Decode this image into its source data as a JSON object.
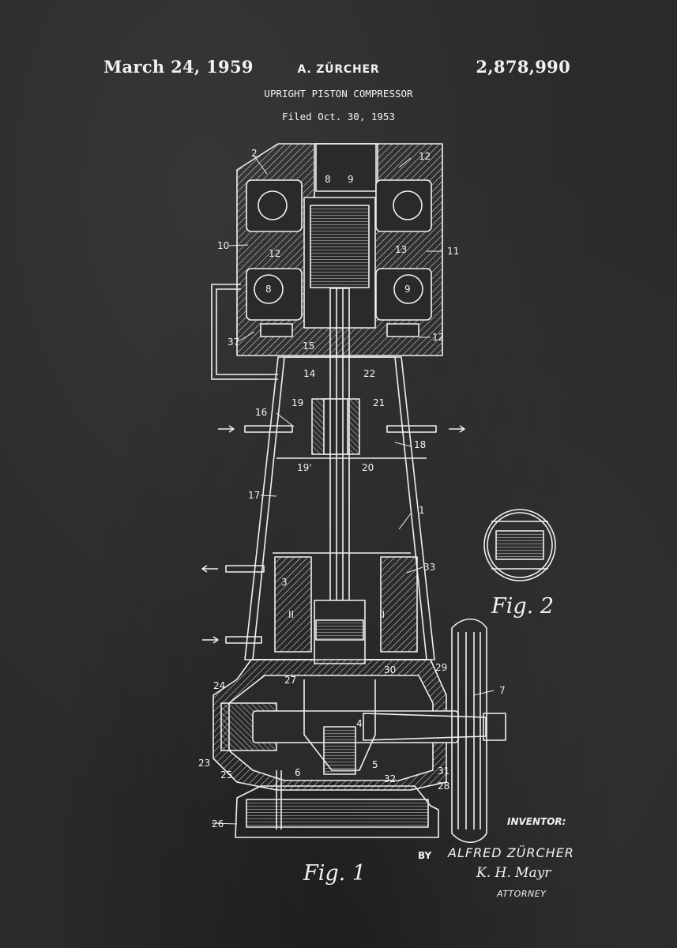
{
  "header": {
    "date": "March 24, 1959",
    "inventor": "A. ZÜRCHER",
    "patent_number": "2,878,990",
    "title": "UPRIGHT PISTON COMPRESSOR",
    "filed": "Filed Oct. 30, 1953"
  },
  "figures": {
    "fig1_label": "Fig. 1",
    "fig2_label": "Fig. 2"
  },
  "reference_numerals": [
    "2",
    "8",
    "9",
    "12",
    "10",
    "12",
    "13",
    "11",
    "8",
    "9",
    "37",
    "15",
    "12",
    "14",
    "22",
    "16",
    "19",
    "21",
    "18",
    "19'",
    "20",
    "17",
    "1",
    "3",
    "33",
    "II",
    "II",
    "30",
    "29",
    "24",
    "27",
    "7",
    "4",
    "23",
    "6",
    "5",
    "31",
    "25",
    "32",
    "28",
    "26"
  ],
  "signature_block": {
    "inventor_label": "INVENTOR:",
    "by_label": "BY",
    "inventor_name": "ALFRED ZÜRCHER",
    "signature": "K. H. Mayr",
    "attorney_label": "ATTORNEY"
  },
  "colors": {
    "background": "#2a2a2a",
    "chalk": "#f2f2f2"
  }
}
